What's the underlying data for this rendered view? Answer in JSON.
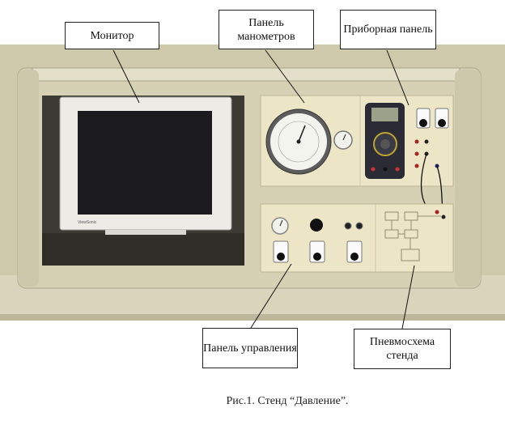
{
  "labels": {
    "monitor": "Монитор",
    "gauge_panel": "Панель манометров",
    "instrument_panel": "Приборная панель",
    "control_panel": "Панель управления",
    "pneumatic_scheme": "Пневмосхема стенда"
  },
  "caption": "Рис.1. Стенд “Давление”.",
  "monitor_brand": "ViewSonic",
  "colors": {
    "cabinet": "#d6d1b5",
    "panel": "#ede6c6",
    "screen": "#1b1b1f",
    "multimeter": "#2b2b35"
  }
}
